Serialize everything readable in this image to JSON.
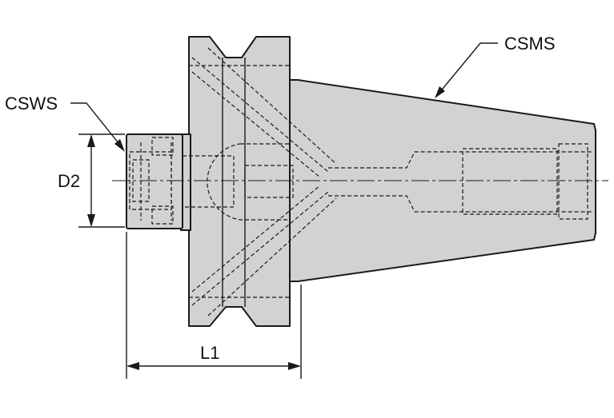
{
  "labels": {
    "csms": "CSMS",
    "csws": "CSWS",
    "d2": "D2",
    "l1": "L1"
  },
  "colors": {
    "body_fill": "#d2d2d2",
    "line": "#1a1a1a",
    "background": "#ffffff"
  }
}
